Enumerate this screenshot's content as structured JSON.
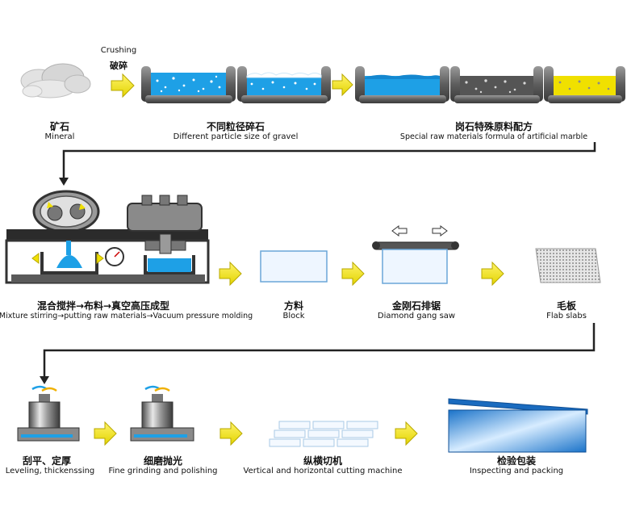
{
  "crushing": {
    "en": "Crushing",
    "zh": "破碎"
  },
  "steps": [
    {
      "zh": "矿石",
      "en": "Mineral"
    },
    {
      "zh": "不同粒径碎石",
      "en": "Different particle size of gravel"
    },
    {
      "zh": "岗石特殊原料配方",
      "en": "Special raw materials formula of artificial marble"
    },
    {
      "zh": "混合搅拌→布料→真空高压成型",
      "en": "Mixture stirring→putting raw materials→Vacuum pressure molding"
    },
    {
      "zh": "方料",
      "en": "Block"
    },
    {
      "zh": "金刚石排锯",
      "en": "Diamond gang saw"
    },
    {
      "zh": "毛板",
      "en": "Flab slabs"
    },
    {
      "zh": "刮平、定厚",
      "en": "Leveling, thickenssing"
    },
    {
      "zh": "细磨抛光",
      "en": "Fine grinding and polishing"
    },
    {
      "zh": "纵横切机",
      "en": "Vertical and horizontal cutting machine"
    },
    {
      "zh": "检验包装",
      "en": "Inspecting and packing"
    }
  ],
  "colors": {
    "arrow": "#f3e600",
    "water": "#1ea0e6",
    "tray": "#6b6b6b",
    "gray_mix": "#555555",
    "yellow_mix": "#f0e000",
    "frame": "#333333"
  }
}
